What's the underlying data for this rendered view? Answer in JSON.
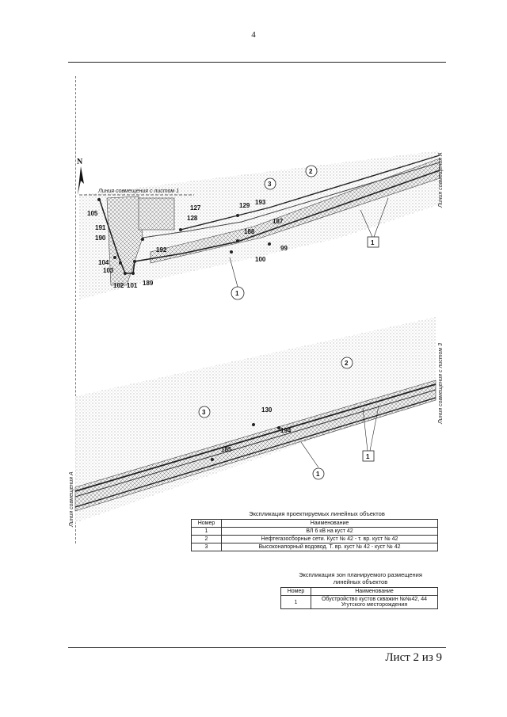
{
  "page_number": "4",
  "sheet_label": "Лист 2 из 9",
  "north_label": "N",
  "map": {
    "match_line_sheet1": "Линия совмещения с листом 1",
    "match_line_A": "Линия совмещения А",
    "match_line_sheet3": "Линия совмещения с листом 3",
    "top_points": [
      "105",
      "191",
      "190",
      "104",
      "103",
      "102",
      "101",
      "189",
      "127",
      "128",
      "129",
      "193",
      "188",
      "187",
      "192",
      "99",
      "100"
    ],
    "bottom_points": [
      "130",
      "194",
      "185"
    ],
    "callouts": [
      "1",
      "2",
      "3"
    ]
  },
  "table1": {
    "caption": "Экспликация проектируемых линейных объектов",
    "headers": [
      "Номер",
      "Наименование"
    ],
    "rows": [
      [
        "1",
        "ВЛ 6 кВ на куст 42"
      ],
      [
        "2",
        "Нефтегазосборные сети. Куст № 42 - т. вр. куст № 42"
      ],
      [
        "3",
        "Высоконапорный водовод. Т. вр. куст № 42 - куст № 42"
      ]
    ]
  },
  "table2": {
    "caption": "Экспликация зон планируемого размещения линейных объектов",
    "headers": [
      "Номер",
      "Наименование"
    ],
    "rows": [
      [
        "1",
        "Обустройство кустов скважин №№42, 44 Угутского месторождения"
      ]
    ]
  }
}
